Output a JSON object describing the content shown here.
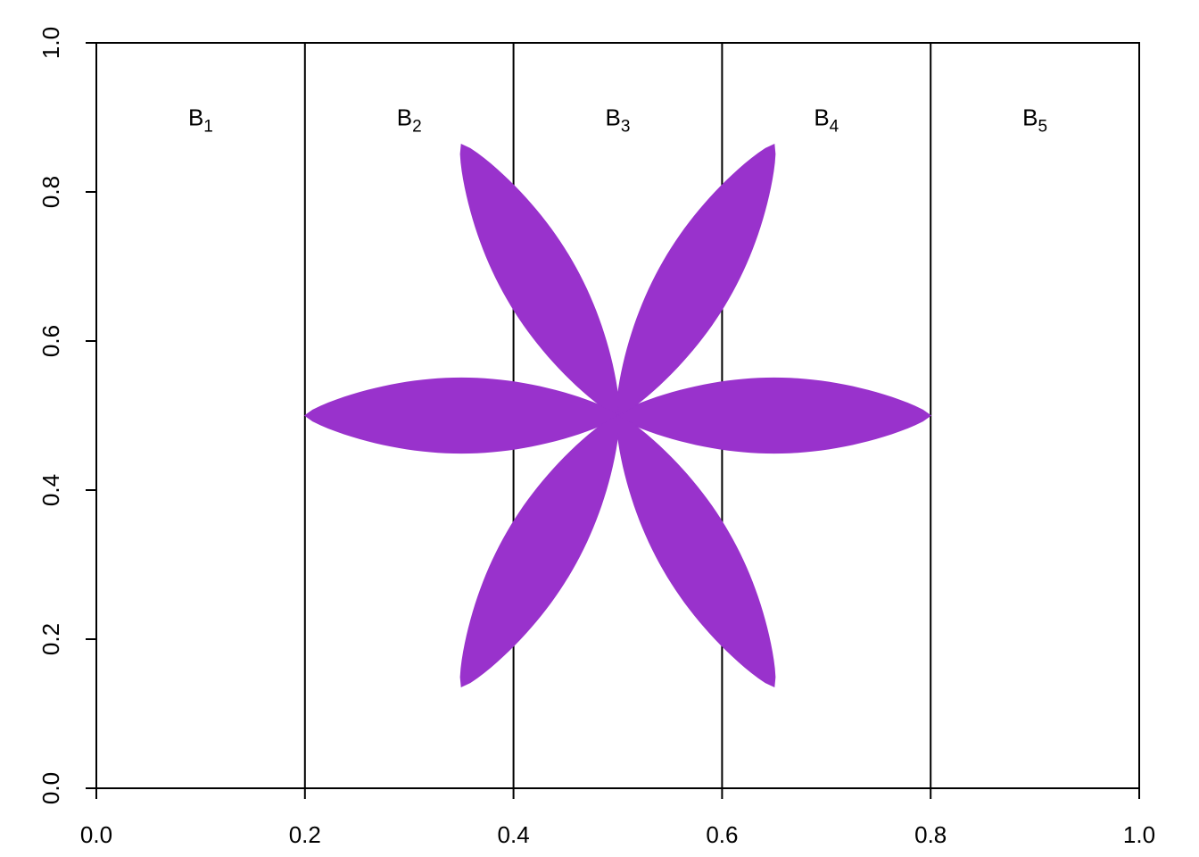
{
  "chart_data": {
    "type": "other",
    "xlim": [
      0,
      1
    ],
    "ylim": [
      0,
      1
    ],
    "x_ticks": [
      0.0,
      0.2,
      0.4,
      0.6,
      0.8,
      1.0
    ],
    "y_ticks": [
      0.0,
      0.2,
      0.4,
      0.6,
      0.8,
      1.0
    ],
    "x_tick_labels": [
      "0.0",
      "0.2",
      "0.4",
      "0.6",
      "0.8",
      "1.0"
    ],
    "y_tick_labels": [
      "0.0",
      "0.2",
      "0.4",
      "0.6",
      "0.8",
      "1.0"
    ],
    "title": "",
    "xlabel": "",
    "ylabel": "",
    "grid": false,
    "vertical_lines_x": [
      0.2,
      0.4,
      0.6,
      0.8
    ],
    "bands": [
      {
        "base": "B",
        "sub": "1",
        "x_center": 0.1,
        "y": 0.9
      },
      {
        "base": "B",
        "sub": "2",
        "x_center": 0.3,
        "y": 0.9
      },
      {
        "base": "B",
        "sub": "3",
        "x_center": 0.5,
        "y": 0.9
      },
      {
        "base": "B",
        "sub": "4",
        "x_center": 0.7,
        "y": 0.9
      },
      {
        "base": "B",
        "sub": "5",
        "x_center": 0.9,
        "y": 0.9
      }
    ],
    "flower": {
      "center": [
        0.5,
        0.5
      ],
      "petals": 6,
      "petal_angles_deg": [
        0,
        60,
        120,
        180,
        240,
        300
      ],
      "petal_length": 0.3,
      "petal_half_width": 0.036,
      "color": "#9932CC"
    }
  }
}
